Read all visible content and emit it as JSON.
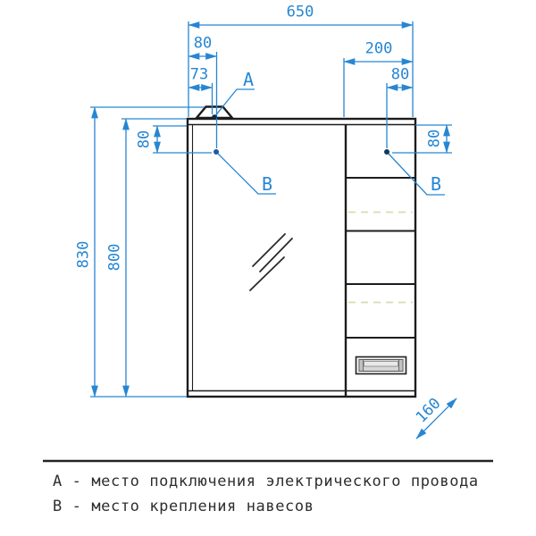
{
  "drawing": {
    "title": "mirror-cabinet-dimension-drawing",
    "dims": {
      "width_total": "650",
      "top_left_80": "80",
      "top_left_73": "73",
      "top_right_200": "200",
      "top_right_80": "80",
      "height_total": "830",
      "height_body": "800",
      "left_80": "80",
      "right_80": "80",
      "depth_160": "160"
    },
    "points": {
      "a": "А",
      "b_left": "В",
      "b_right": "В"
    },
    "legend": {
      "line_a": "А - место подключения электрического провода",
      "line_b": "В - место крепления навесов"
    },
    "colors": {
      "dimension_blue": "#2686d3",
      "outline_black": "#1c1c1c",
      "shelf_dash_green": "#cfe0ae",
      "socket_gray": "#d6d6d6"
    }
  }
}
